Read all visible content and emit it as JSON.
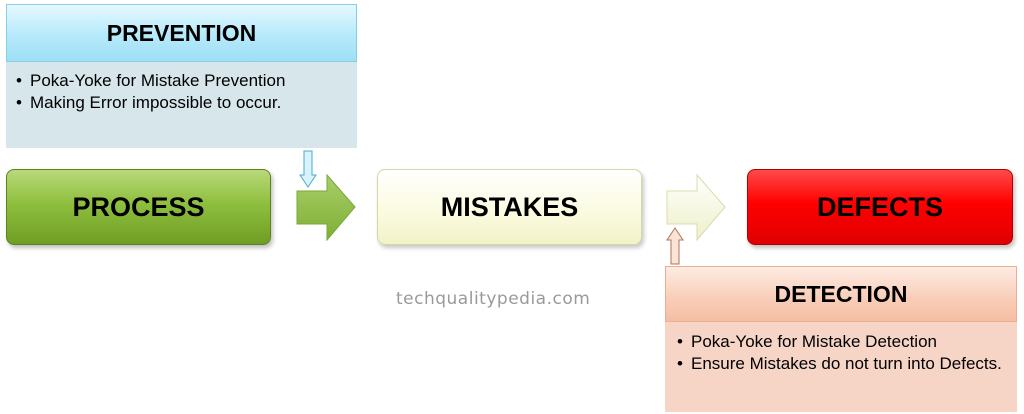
{
  "prevention": {
    "title": "PREVENTION",
    "bullets": [
      "Poka-Yoke for Mistake  Prevention",
      "Making Error impossible to occur."
    ]
  },
  "stages": {
    "process": "PROCESS",
    "mistakes": "MISTAKES",
    "defects": "DEFECTS"
  },
  "detection": {
    "title": "DETECTION",
    "bullets": [
      "Poka-Yoke for Mistake  Detection",
      "Ensure Mistakes do not turn into Defects."
    ]
  },
  "watermark": "techqualitypedia.com",
  "colors": {
    "process": "#8fbf3e",
    "mistakes": "#fbfbe2",
    "defects": "#ff0000",
    "prevention": "#b5e9fa",
    "detection": "#f9cdb8"
  }
}
